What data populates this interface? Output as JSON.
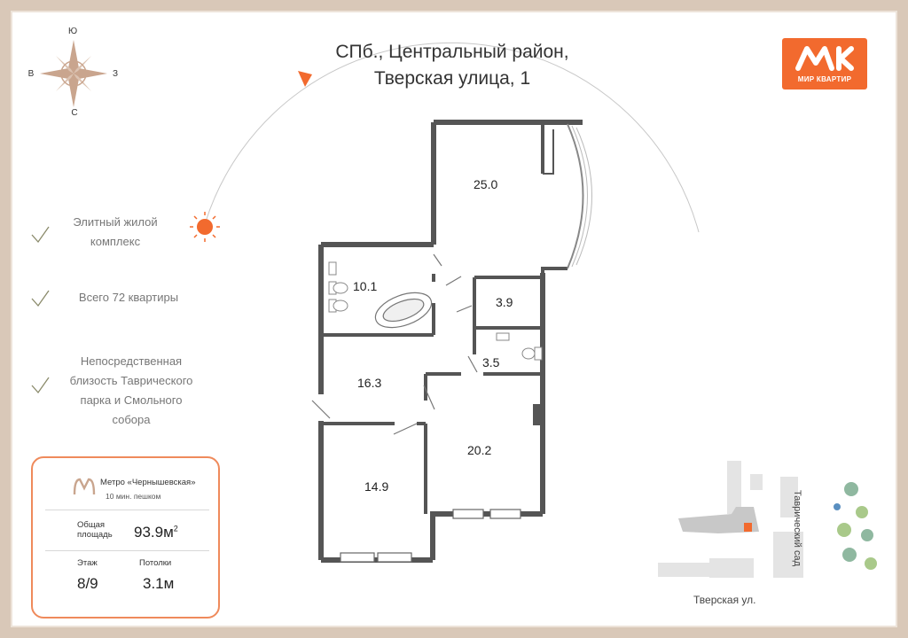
{
  "title": {
    "line1": "СПб., Центральный район,",
    "line2": "Тверская улица, 1"
  },
  "logo": {
    "text": "МИР КВАРТИР",
    "brand_color": "#f26a2e"
  },
  "compass": {
    "north": "Ю",
    "south": "С",
    "west": "В",
    "east": "З"
  },
  "features": [
    {
      "line1": "Элитный жилой",
      "line2": "комплекс"
    },
    {
      "line1": "Всего 72 квартиры"
    },
    {
      "line1": "Непосредственная",
      "line2": "близость Таврического",
      "line3": "парка и Смольного",
      "line4": "собора"
    }
  ],
  "info": {
    "metro_name": "Метро «Чернышевская»",
    "metro_walk": "10 мин. пешком",
    "area_label_1": "Общая",
    "area_label_2": "площадь",
    "area_value": "93.9м",
    "area_unit_power": "2",
    "floor_label": "Этаж",
    "floor_value": "8/9",
    "ceiling_label": "Потолки",
    "ceiling_value": "3.1м"
  },
  "rooms": [
    "25.0",
    "10.1",
    "3.9",
    "3.5",
    "16.3",
    "20.2",
    "14.9"
  ],
  "map": {
    "park_label": "Таврический сад",
    "street_label": "Тверская ул."
  },
  "colors": {
    "accent": "#f26a2e",
    "frame": "#d9c8b8",
    "walls": "#555555"
  }
}
